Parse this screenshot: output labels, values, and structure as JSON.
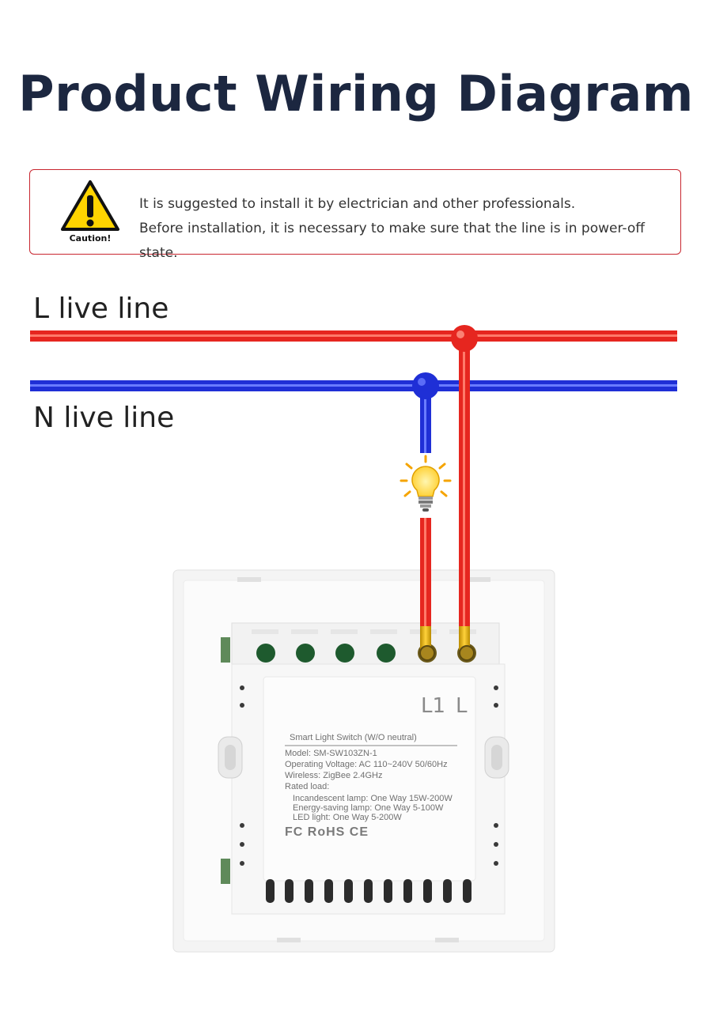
{
  "title": "Product Wiring Diagram",
  "caution": {
    "icon": "warning-triangle-icon",
    "label": "Caution!",
    "lines": [
      "It is suggested to install it by electrician and other professionals.",
      "Before installation, it is necessary to make sure that the line is in power-off state."
    ]
  },
  "wires": {
    "live_label": "L live line",
    "neutral_label": "N live line",
    "live_color": "#e6261f",
    "neutral_color": "#1f2fd6",
    "lamp_icon": "light-bulb-icon"
  },
  "switch": {
    "terminal_labels": [
      "L1",
      "L"
    ],
    "specs": {
      "heading": "Smart Light Switch (W/O neutral)",
      "model": "Model: SM-SW103ZN-1",
      "voltage": "Operating Voltage: AC 110~240V  50/60Hz",
      "wireless": "Wireless: ZigBee 2.4GHz",
      "rated_load": "Rated load:",
      "incandescent": "Incandescent lamp: One Way 15W-200W",
      "energy_saving": "Energy-saving lamp: One Way 5-100W",
      "led": "LED light: One Way 5-200W"
    },
    "certifications": "FC RoHS CE"
  }
}
